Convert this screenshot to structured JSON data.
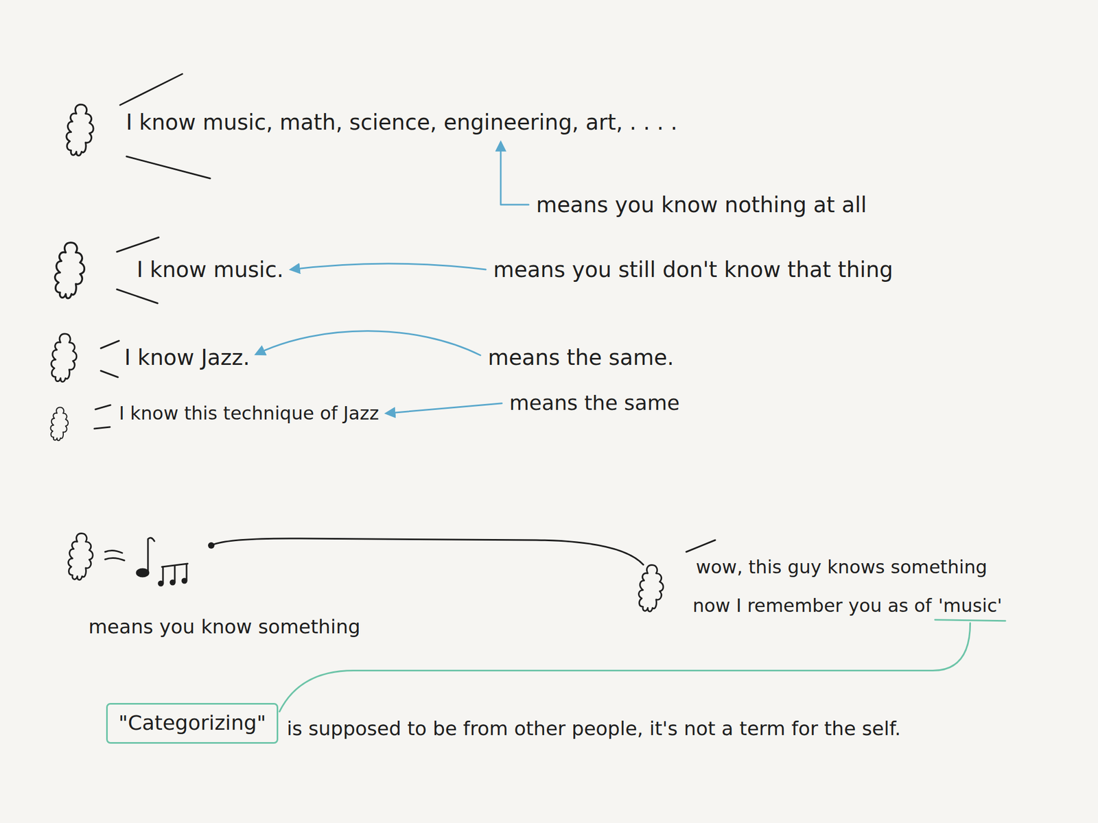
{
  "diagram": {
    "nodes": [
      {
        "text": [
          "\"Categorizing\""
        ]
      }
    ],
    "labels": [
      "I know music, math, science, engineering, art, . . . .",
      "means you know nothing at all",
      "I know music.",
      "means you still don't know that thing",
      "I know Jazz.",
      "means the same.",
      "I know this technique of Jazz",
      "means the same",
      "means you know something",
      "wow, this guy knows something",
      "now I remember you as of",
      "'music'",
      "is supposed to be from other people, it's not a term for the self."
    ]
  }
}
